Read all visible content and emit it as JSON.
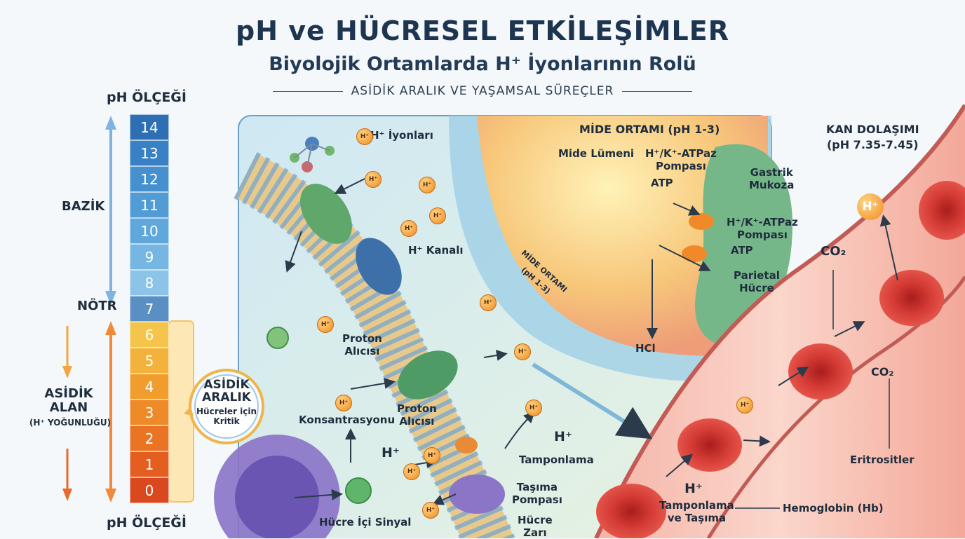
{
  "header": {
    "title": "pH ve HÜCRESEL ETKİLEŞİMLER",
    "subtitle": "Biyolojik Ortamlarda H⁺ İyonlarının Rolü",
    "tagline": "ASİDİK ARALIK VE YAŞAMSAL SÜREÇLER"
  },
  "ph_scale": {
    "title_top": "pH ÖLÇEĞİ",
    "title_bottom": "pH ÖLÇEĞİ",
    "label_basic": "BAZİK",
    "label_neutral": "NÖTR",
    "label_acidic_line1": "ASİDİK",
    "label_acidic_line2": "ALAN",
    "label_acidic_line3": "(H⁺ YOĞUNLUĞU)",
    "levels": [
      "14",
      "13",
      "12",
      "11",
      "10",
      "9",
      "8",
      "7",
      "6",
      "5",
      "4",
      "3",
      "2",
      "1",
      "0"
    ],
    "colors": [
      "#2e6fb3",
      "#3a80c4",
      "#4690d0",
      "#529cd6",
      "#60a8dc",
      "#76b6e2",
      "#8cc3e8",
      "#5a8fc4",
      "#f4c54a",
      "#f3b23b",
      "#f19d2e",
      "#ee8a28",
      "#ea7424",
      "#e45e20",
      "#d9481e"
    ]
  },
  "callout": {
    "line1": "ASİDİK",
    "line2": "ARALIK",
    "line3": "Hücreler için",
    "line4": "Kritik"
  },
  "cell_panel": {
    "h_ions": "H⁺ İyonları",
    "h_channel": "H⁺ Kanalı",
    "proton_acceptor1_line1": "Proton",
    "proton_acceptor1_line2": "Alıcısı",
    "concentration": "Konsantrasyonu",
    "proton_acceptor2_line1": "Proton",
    "proton_acceptor2_line2": "Alıcısı",
    "h_plus": "H⁺",
    "h_plus_right": "H⁺",
    "buffering": "Tamponlama",
    "transport_pump_line1": "Taşıma",
    "transport_pump_line2": "Pompası",
    "intracellular_signal": "Hücre İçi Sinyal",
    "membrane_line1": "Hücre",
    "membrane_line2": "Zarı",
    "ion_labels": [
      "H⁺",
      "H⁺",
      "H⁺",
      "H⁺",
      "H⁺",
      "H⁺",
      "H⁺",
      "H⁺",
      "H⁺",
      "H⁺",
      "H⁺",
      "H⁺",
      "H⁺",
      "H⁺"
    ]
  },
  "stomach": {
    "title": "MİDE ORTAMI (pH 1-3)",
    "lumen": "Mide Lümeni",
    "pump1_line1": "H⁺/K⁺-ATPaz",
    "pump1_line2": "Pompası",
    "atp1": "ATP",
    "mucosa_line1": "Gastrik",
    "mucosa_line2": "Mukoza",
    "pump2_line1": "H⁺/K⁺-ATPaz",
    "pump2_line2": "Pompası",
    "atp2": "ATP",
    "parietal_line1": "Parietal",
    "parietal_line2": "Hücre",
    "hcl": "HCl",
    "curved_label_line1": "MİDE ORTAMI",
    "curved_label_line2": "(pH 1-3)"
  },
  "blood": {
    "title_line1": "KAN DOLAŞIMI",
    "title_line2": "(pH 7.35-7.45)",
    "co2_top": "CO₂",
    "co2_mid": "CO₂",
    "h_top": "H⁺",
    "erythrocytes": "Eritrositler",
    "h_label": "H⁺",
    "buffer_line1": "Tamponlama",
    "buffer_line2": "ve Taşıma",
    "hemoglobin": "Hemoglobin (Hb)"
  }
}
